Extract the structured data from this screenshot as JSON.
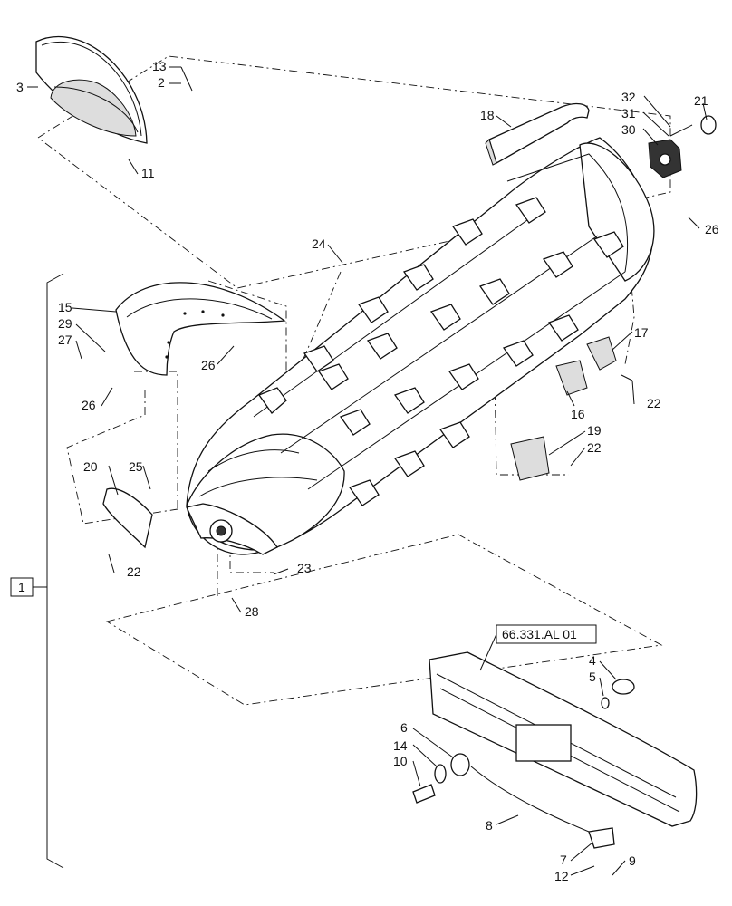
{
  "callouts": [
    {
      "id": "c1",
      "text": "1"
    },
    {
      "id": "c2",
      "text": "2"
    },
    {
      "id": "c3",
      "text": "3"
    },
    {
      "id": "c4",
      "text": "4"
    },
    {
      "id": "c5",
      "text": "5"
    },
    {
      "id": "c6",
      "text": "6"
    },
    {
      "id": "c7",
      "text": "7"
    },
    {
      "id": "c8",
      "text": "8"
    },
    {
      "id": "c9",
      "text": "9"
    },
    {
      "id": "c10",
      "text": "10"
    },
    {
      "id": "c11",
      "text": "11"
    },
    {
      "id": "c12",
      "text": "12"
    },
    {
      "id": "c13",
      "text": "13"
    },
    {
      "id": "c14",
      "text": "14"
    },
    {
      "id": "c15",
      "text": "15"
    },
    {
      "id": "c16",
      "text": "16"
    },
    {
      "id": "c17",
      "text": "17"
    },
    {
      "id": "c18",
      "text": "18"
    },
    {
      "id": "c19",
      "text": "19"
    },
    {
      "id": "c20",
      "text": "20"
    },
    {
      "id": "c21",
      "text": "21"
    },
    {
      "id": "c22a",
      "text": "22"
    },
    {
      "id": "c22b",
      "text": "22"
    },
    {
      "id": "c22c",
      "text": "22"
    },
    {
      "id": "c23",
      "text": "23"
    },
    {
      "id": "c24",
      "text": "24"
    },
    {
      "id": "c25",
      "text": "25"
    },
    {
      "id": "c26a",
      "text": "26"
    },
    {
      "id": "c26b",
      "text": "26"
    },
    {
      "id": "c26c",
      "text": "26"
    },
    {
      "id": "c27",
      "text": "27"
    },
    {
      "id": "c28",
      "text": "28"
    },
    {
      "id": "c29",
      "text": "29"
    },
    {
      "id": "c30",
      "text": "30"
    },
    {
      "id": "c31",
      "text": "31"
    },
    {
      "id": "c32",
      "text": "32"
    }
  ],
  "reference_box": "66.331.AL 01"
}
